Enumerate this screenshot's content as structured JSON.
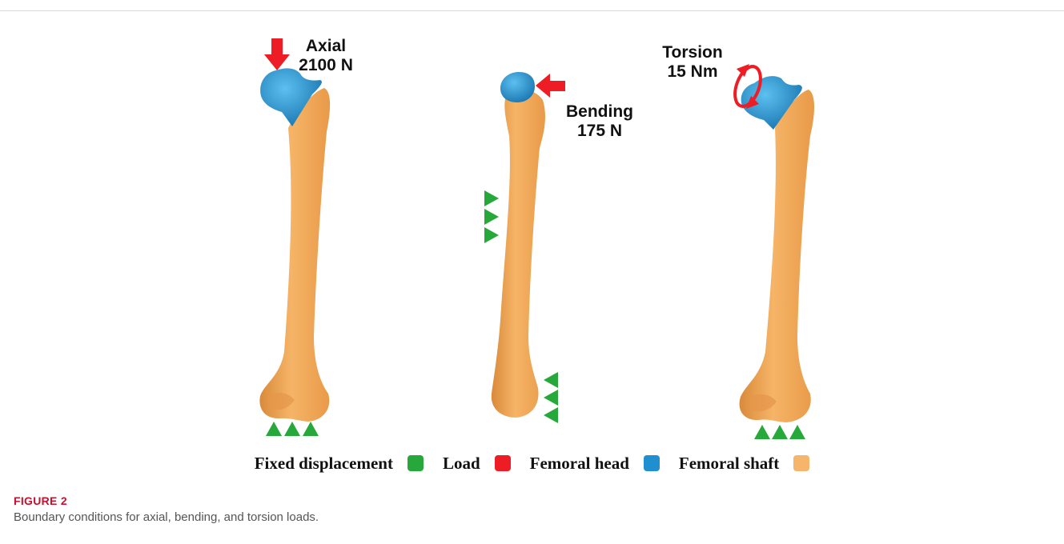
{
  "figure": {
    "panels": [
      {
        "load_type": "Axial",
        "load_value": "2100 N"
      },
      {
        "load_type": "Bending",
        "load_value": "175 N"
      },
      {
        "load_type": "Torsion",
        "load_value": "15 Nm"
      }
    ],
    "legend": [
      {
        "label": "Fixed displacement",
        "color": "#27a83a"
      },
      {
        "label": "Load",
        "color": "#ee1c24"
      },
      {
        "label": "Femoral head",
        "color": "#1f8fd0"
      },
      {
        "label": "Femoral shaft",
        "color": "#f5b56a"
      }
    ],
    "colors": {
      "bone": "#f2a95a",
      "bone_shade": "#d98a3a",
      "head": "#2a9ad6",
      "head_shade": "#1a76b0",
      "load": "#ee1c24",
      "support": "#27a83a"
    }
  },
  "caption": {
    "title": "FIGURE 2",
    "text": "Boundary conditions for axial, bending, and torsion loads."
  }
}
